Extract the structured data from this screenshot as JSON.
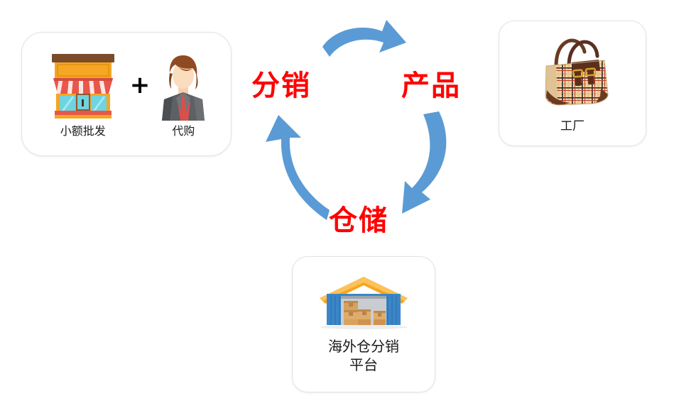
{
  "diagram": {
    "title_colors": {
      "stage_label_red": "#ff0000",
      "arrow_blue": "#5b9bd5",
      "card_border": "#e3e3e3",
      "card_background": "#ffffff"
    },
    "stages": [
      {
        "id": "distribution",
        "label": "分销"
      },
      {
        "id": "product",
        "label": "产品"
      },
      {
        "id": "storage",
        "label": "仓储"
      }
    ],
    "arrows": [
      {
        "id": "arrow-top",
        "from": "分销",
        "to": "产品",
        "direction": "right"
      },
      {
        "id": "arrow-right",
        "from": "产品",
        "to": "仓储",
        "direction": "down-left"
      },
      {
        "id": "arrow-left",
        "from": "仓储",
        "to": "分销",
        "direction": "up"
      }
    ],
    "cards": {
      "retail": {
        "items": [
          {
            "icon": "storefront-icon",
            "label": "小额批发"
          },
          {
            "icon": "businesswoman-icon",
            "label": "代购"
          }
        ],
        "connector": "+"
      },
      "factory": {
        "icon": "handbag-icon",
        "label": "工厂"
      },
      "warehouse": {
        "icon": "warehouse-icon",
        "label": "海外仓分销\n平台"
      }
    }
  }
}
